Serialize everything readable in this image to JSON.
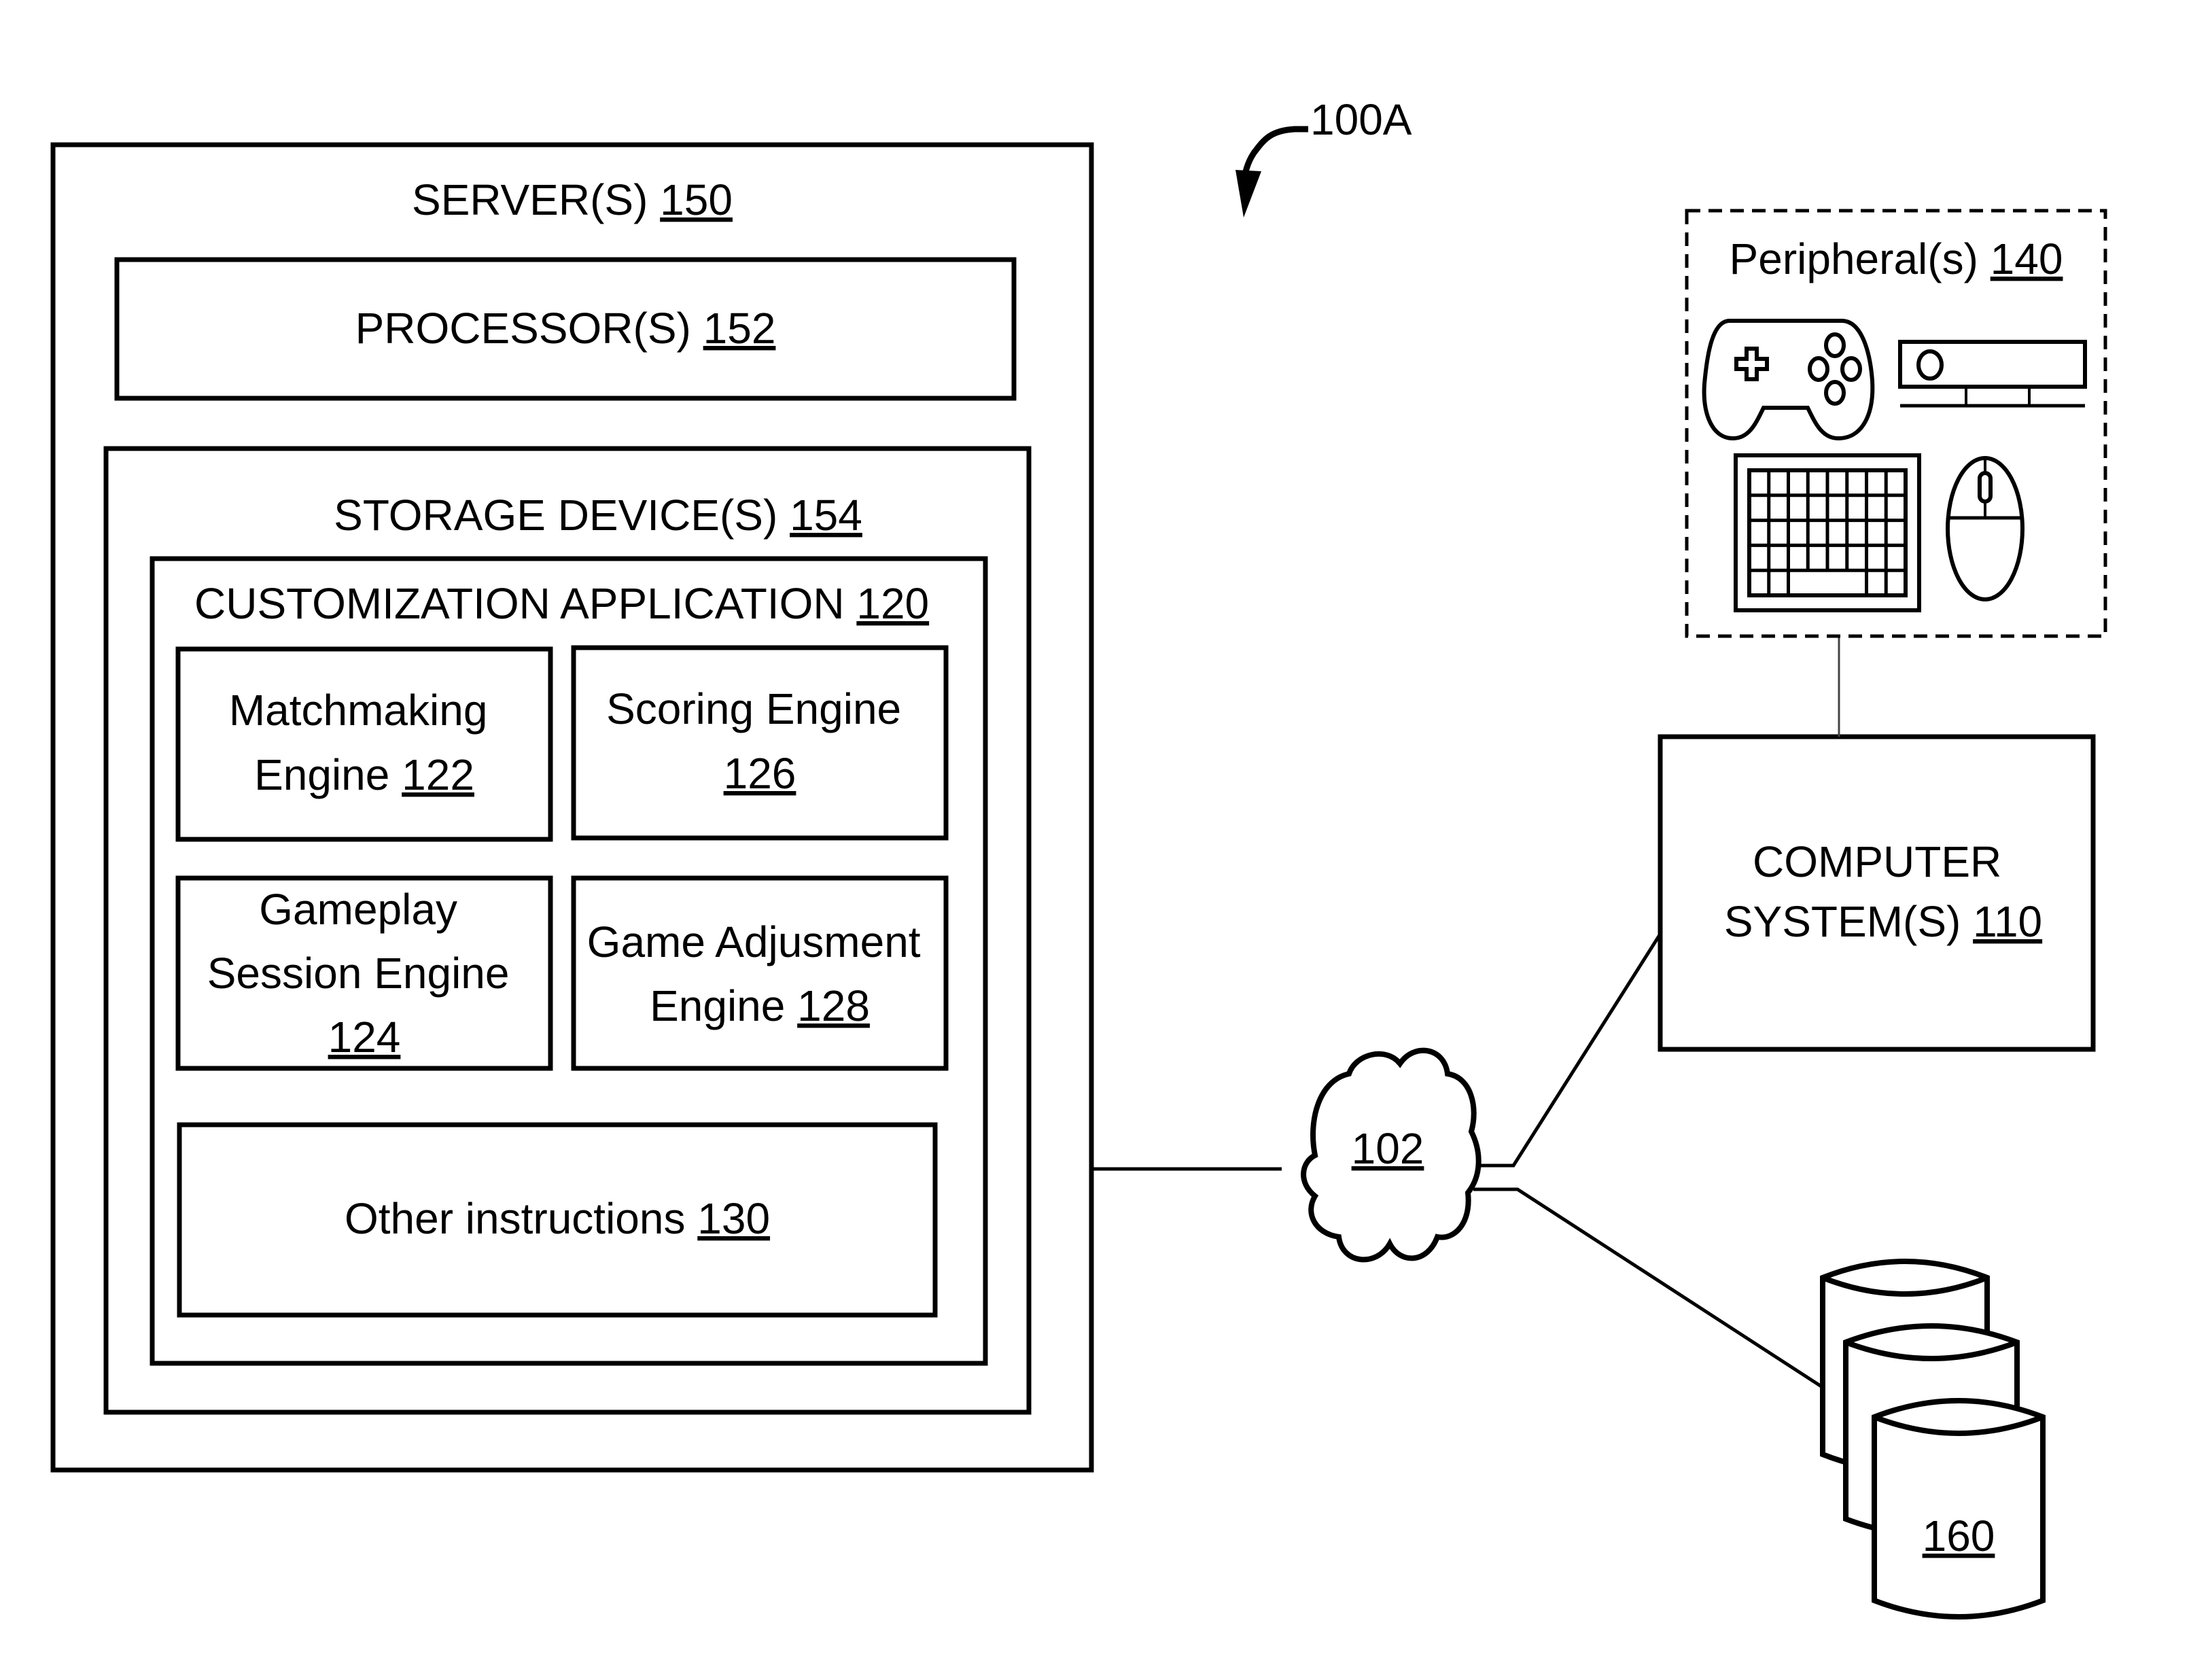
{
  "figure": {
    "label": "100A",
    "colors": {
      "stroke": "#000000",
      "background": "#ffffff"
    }
  },
  "server": {
    "title": "SERVER(S)",
    "ref": "150",
    "processor": {
      "title": "PROCESSOR(S)",
      "ref": "152"
    },
    "storage": {
      "title": "STORAGE DEVICE(S)",
      "ref": "154",
      "application": {
        "title": "CUSTOMIZATION APPLICATION",
        "ref": "120",
        "modules": [
          {
            "lines": [
              "Matchmaking",
              "Engine"
            ],
            "ref": "122"
          },
          {
            "lines": [
              "Scoring Engine"
            ],
            "ref": "126"
          },
          {
            "lines": [
              "Gameplay",
              "Session Engine"
            ],
            "ref": "124"
          },
          {
            "lines": [
              "Game Adjusment",
              "Engine"
            ],
            "ref": "128"
          }
        ],
        "other": {
          "title": "Other instructions",
          "ref": "130"
        }
      }
    }
  },
  "network": {
    "ref": "102"
  },
  "computer_system": {
    "line1": "COMPUTER",
    "line2": "SYSTEM(S)",
    "ref": "110"
  },
  "peripherals": {
    "title": "Peripheral(s)",
    "ref": "140",
    "devices": [
      "gamepad",
      "sensor-bar",
      "keyboard",
      "mouse"
    ]
  },
  "database": {
    "ref": "160"
  }
}
